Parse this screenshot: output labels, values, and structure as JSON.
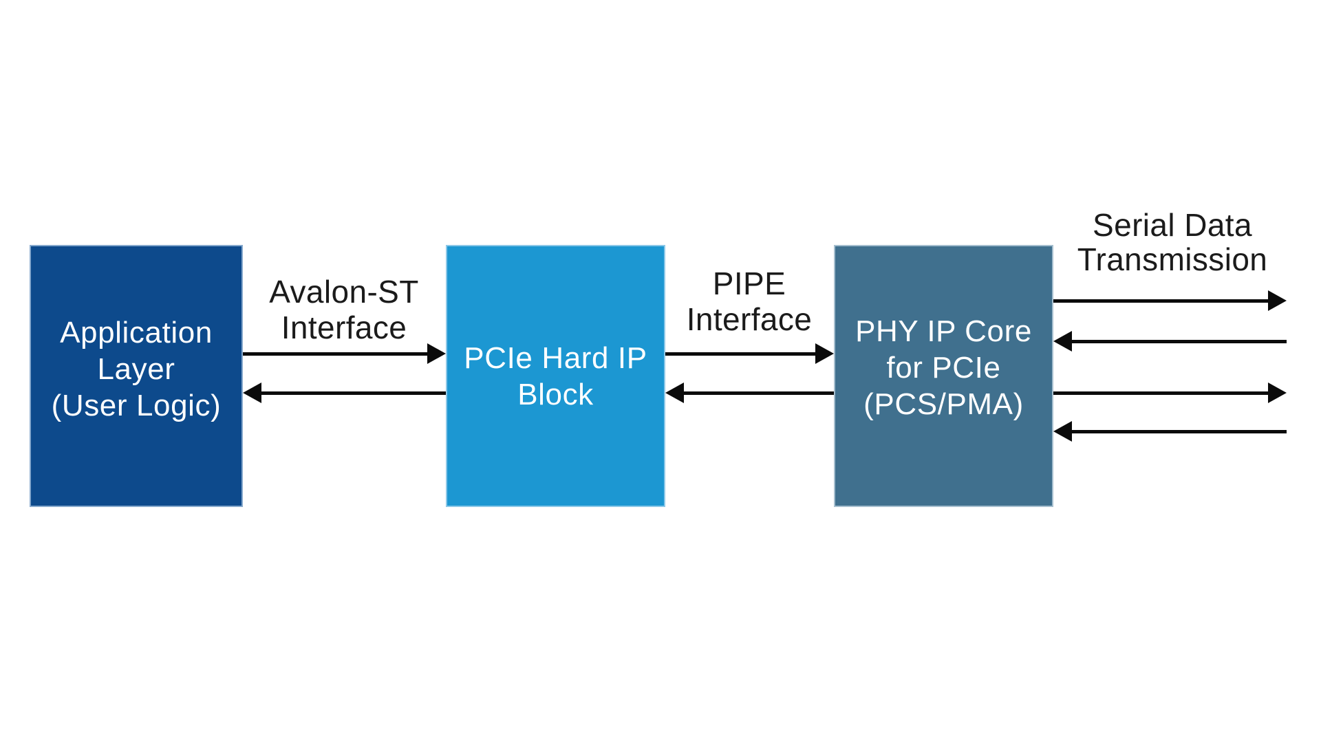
{
  "diagram": {
    "title_hint": "PCIe PHY datapath block diagram",
    "colors": {
      "background": "#FFFFFF",
      "arrow": "#0B0B0B",
      "label_text": "#1B1B1B",
      "box_text": "#FFFFFF",
      "box1_fill": "#0D4A8C",
      "box1_border": "#86A9CD",
      "box2_fill": "#1C97D2",
      "box2_border": "#8CC8E8",
      "box3_fill": "#40708E",
      "box3_border": "#A6BFCF"
    },
    "blocks": [
      {
        "id": "application-layer",
        "lines": [
          "Application",
          "Layer",
          "(User Logic)"
        ]
      },
      {
        "id": "pcie-hard-ip-block",
        "lines": [
          "PCIe Hard IP",
          "Block"
        ]
      },
      {
        "id": "phy-ip-core",
        "lines": [
          "PHY IP Core",
          "for PCIe",
          "(PCS/PMA)"
        ]
      }
    ],
    "labels": [
      {
        "id": "avalon-st-interface",
        "lines": [
          "Avalon-ST",
          "Interface"
        ]
      },
      {
        "id": "pipe-interface",
        "lines": [
          "PIPE",
          "Interface"
        ]
      },
      {
        "id": "serial-data-transmission",
        "lines": [
          "Serial Data",
          "Transmission"
        ]
      }
    ],
    "connections": [
      {
        "id": "avalon-st-tx",
        "from": "application-layer",
        "to": "pcie-hard-ip-block",
        "direction": "right"
      },
      {
        "id": "avalon-st-rx",
        "from": "pcie-hard-ip-block",
        "to": "application-layer",
        "direction": "left"
      },
      {
        "id": "pipe-tx",
        "from": "pcie-hard-ip-block",
        "to": "phy-ip-core",
        "direction": "right"
      },
      {
        "id": "pipe-rx",
        "from": "phy-ip-core",
        "to": "pcie-hard-ip-block",
        "direction": "left"
      },
      {
        "id": "serial-lane-tx-1",
        "from": "phy-ip-core",
        "direction": "right"
      },
      {
        "id": "serial-lane-rx-1",
        "to": "phy-ip-core",
        "direction": "left"
      },
      {
        "id": "serial-lane-tx-2",
        "from": "phy-ip-core",
        "direction": "right"
      },
      {
        "id": "serial-lane-rx-2",
        "to": "phy-ip-core",
        "direction": "left"
      }
    ]
  }
}
